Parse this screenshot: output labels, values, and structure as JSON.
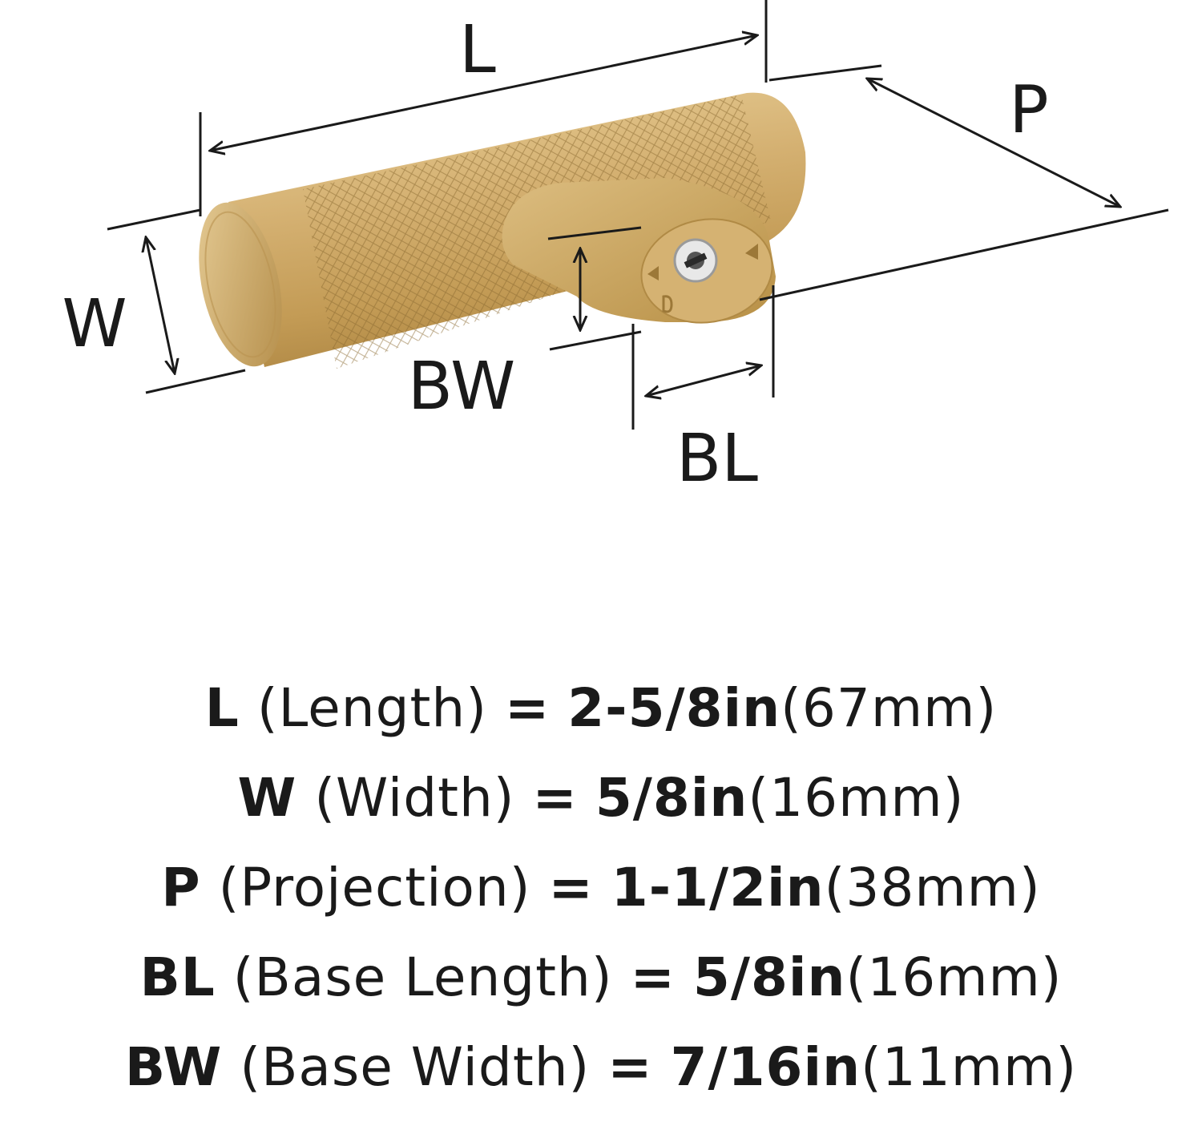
{
  "labels": {
    "L": "L",
    "P": "P",
    "W": "W",
    "BW": "BW",
    "BL": "BL"
  },
  "specs": [
    {
      "code": "L",
      "name": "(Length)",
      "eq": "=",
      "imperial": "2-5/8in",
      "metric": "(67mm)"
    },
    {
      "code": "W",
      "name": "(Width)",
      "eq": "=",
      "imperial": "5/8in",
      "metric": "(16mm)"
    },
    {
      "code": "P",
      "name": "(Projection)",
      "eq": "=",
      "imperial": "1-1/2in",
      "metric": "(38mm)"
    },
    {
      "code": "BL",
      "name": "(Base Length)",
      "eq": "=",
      "imperial": "5/8in",
      "metric": "(16mm)"
    },
    {
      "code": "BW",
      "name": "(Base Width)",
      "eq": "=",
      "imperial": "7/16in",
      "metric": "(11mm)"
    }
  ],
  "colors": {
    "brass": "#c9a362",
    "brass_dark": "#a9823f",
    "brass_light": "#e2c48c",
    "line": "#1a1a1a"
  }
}
